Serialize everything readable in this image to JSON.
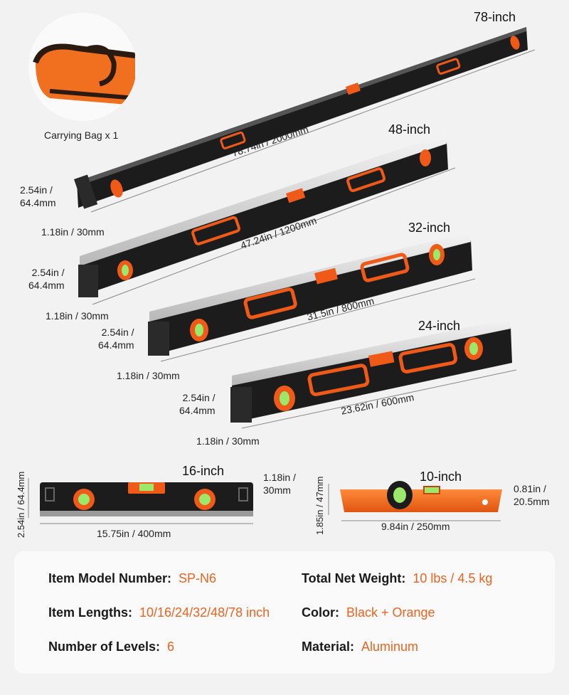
{
  "accessory": {
    "label": "Carrying Bag x 1"
  },
  "levels": [
    {
      "title": "78-inch",
      "length": "78.74in / 2000mm",
      "height": "2.54in / 64.4mm",
      "height_l1": "2.54in /",
      "height_l2": "64.4mm",
      "width": "1.18in / 30mm"
    },
    {
      "title": "48-inch",
      "length": "47.24in / 1200mm",
      "height_l1": "2.54in /",
      "height_l2": "64.4mm",
      "width": "1.18in / 30mm"
    },
    {
      "title": "32-inch",
      "length": "31.5in / 800mm",
      "height_l1": "2.54in /",
      "height_l2": "64.4mm",
      "width": "1.18in / 30mm"
    },
    {
      "title": "24-inch",
      "length": "23.62in / 600mm",
      "height_l1": "2.54in /",
      "height_l2": "64.4mm",
      "width": "1.18in / 30mm"
    },
    {
      "title": "16-inch",
      "length": "15.75in / 400mm",
      "height": "2.54in / 64.4mm",
      "width_l1": "1.18in /",
      "width_l2": "30mm"
    },
    {
      "title": "10-inch",
      "length": "9.84in / 250mm",
      "height": "1.85in / 47mm",
      "width_l1": "0.81in /",
      "width_l2": "20.5mm"
    }
  ],
  "specs": {
    "model": {
      "key": "Item Model Number:",
      "value": "SP-N6"
    },
    "lengths": {
      "key": "Item Lengths:",
      "value": "10/16/24/32/48/78 inch"
    },
    "levels": {
      "key": "Number of Levels:",
      "value": "6"
    },
    "weight": {
      "key": "Total Net Weight:",
      "value": "10 lbs / 4.5 kg"
    },
    "color": {
      "key": "Color:",
      "value": "Black + Orange"
    },
    "material": {
      "key": "Material:",
      "value": "Aluminum"
    }
  },
  "colors": {
    "accent": "#f0621e",
    "body": "#1c1c1c",
    "bubble": "#9be86a"
  }
}
